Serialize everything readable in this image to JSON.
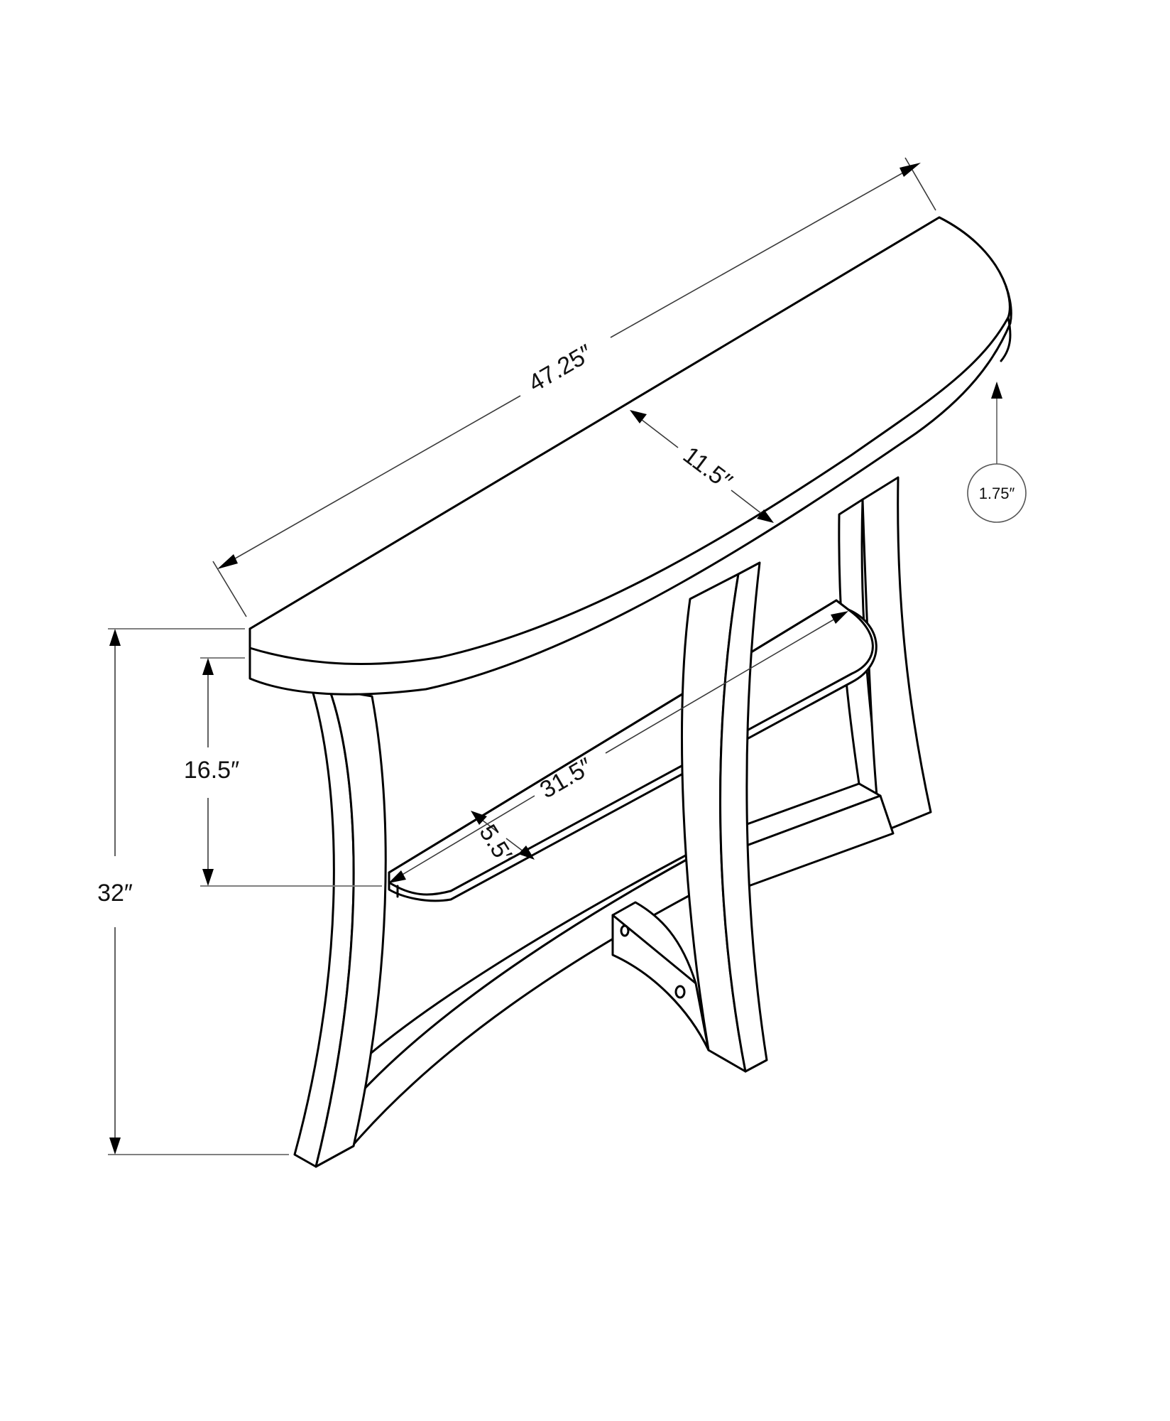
{
  "diagram": {
    "subject": "half-moon console table with lower shelf — dimension drawing",
    "colors": {
      "line": "#000000",
      "dimension": "#3a3a3a",
      "extension": "#808080",
      "background": "#ffffff"
    },
    "dimensions": {
      "overall_length": {
        "label": "47.25″",
        "value": 47.25,
        "unit": "in"
      },
      "top_depth": {
        "label": "11.5″",
        "value": 11.5,
        "unit": "in"
      },
      "top_thickness": {
        "label": "1.75″",
        "value": 1.75,
        "unit": "in"
      },
      "overall_height": {
        "label": "32″",
        "value": 32,
        "unit": "in"
      },
      "shelf_clearance": {
        "label": "16.5″",
        "value": 16.5,
        "unit": "in"
      },
      "shelf_length": {
        "label": "31.5″",
        "value": 31.5,
        "unit": "in"
      },
      "shelf_depth": {
        "label": "5.5″",
        "value": 5.5,
        "unit": "in"
      }
    }
  }
}
